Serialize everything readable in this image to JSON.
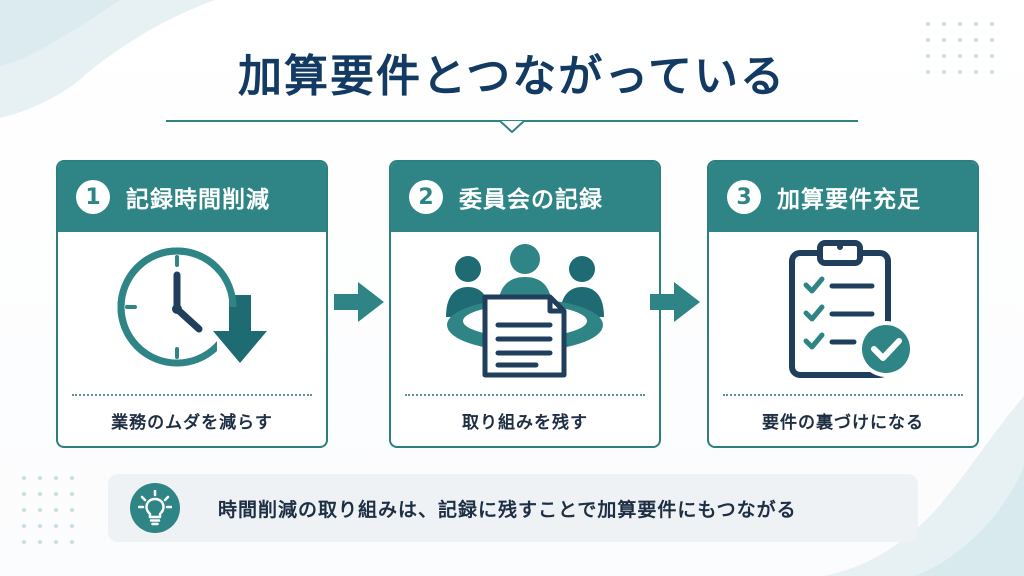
{
  "title": "加算要件とつながっている",
  "steps": [
    {
      "number": "1",
      "title": "記録時間削減",
      "caption": "業務のムダを減らす"
    },
    {
      "number": "2",
      "title": "委員会の記録",
      "caption": "取り組みを残す"
    },
    {
      "number": "3",
      "title": "加算要件充足",
      "caption": "要件の裏づけになる"
    }
  ],
  "summary": "時間削減の取り組みは、記録に残すことで加算要件にもつながる",
  "colors": {
    "teal": "#2f8585",
    "navy": "#123a63",
    "text": "#1e2f44",
    "bar_background": "#eef2f5"
  },
  "icons": [
    "clock-down-icon",
    "meeting-document-icon",
    "clipboard-check-icon",
    "arrow-right-icon",
    "lightbulb-icon"
  ]
}
